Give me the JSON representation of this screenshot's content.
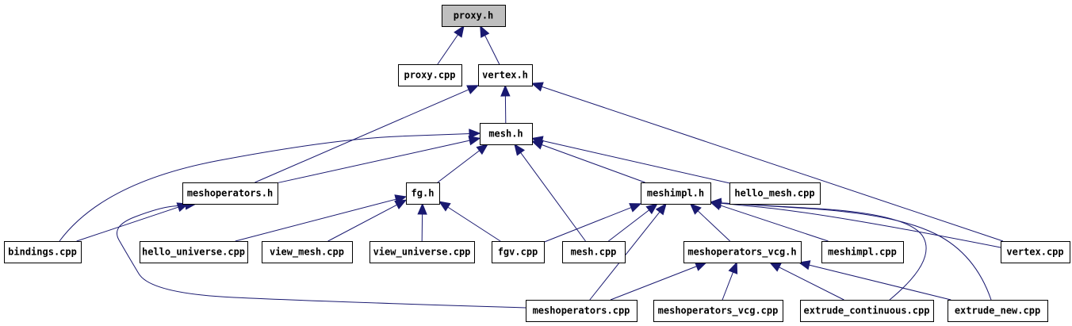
{
  "graph": {
    "nodes": [
      {
        "id": "proxy_h",
        "label": "proxy.h",
        "highlight": true
      },
      {
        "id": "proxy_cpp",
        "label": "proxy.cpp"
      },
      {
        "id": "vertex_h",
        "label": "vertex.h"
      },
      {
        "id": "mesh_h",
        "label": "mesh.h"
      },
      {
        "id": "meshoperators_h",
        "label": "meshoperators.h"
      },
      {
        "id": "fg_h",
        "label": "fg.h"
      },
      {
        "id": "meshimpl_h",
        "label": "meshimpl.h"
      },
      {
        "id": "hello_mesh_cpp",
        "label": "hello_mesh.cpp"
      },
      {
        "id": "bindings_cpp",
        "label": "bindings.cpp"
      },
      {
        "id": "hello_universe_cpp",
        "label": "hello_universe.cpp"
      },
      {
        "id": "view_mesh_cpp",
        "label": "view_mesh.cpp"
      },
      {
        "id": "view_universe_cpp",
        "label": "view_universe.cpp"
      },
      {
        "id": "fgv_cpp",
        "label": "fgv.cpp"
      },
      {
        "id": "mesh_cpp",
        "label": "mesh.cpp"
      },
      {
        "id": "meshoperators_vcg_h",
        "label": "meshoperators_vcg.h"
      },
      {
        "id": "meshimpl_cpp",
        "label": "meshimpl.cpp"
      },
      {
        "id": "vertex_cpp",
        "label": "vertex.cpp"
      },
      {
        "id": "meshoperators_cpp",
        "label": "meshoperators.cpp"
      },
      {
        "id": "meshoperators_vcg_cpp",
        "label": "meshoperators_vcg.cpp"
      },
      {
        "id": "extrude_continuous_cpp",
        "label": "extrude_continuous.cpp"
      },
      {
        "id": "extrude_new_cpp",
        "label": "extrude_new.cpp"
      }
    ],
    "edges": [
      {
        "from": "proxy_cpp",
        "to": "proxy_h"
      },
      {
        "from": "vertex_h",
        "to": "proxy_h"
      },
      {
        "from": "mesh_h",
        "to": "vertex_h"
      },
      {
        "from": "meshoperators_h",
        "to": "vertex_h"
      },
      {
        "from": "vertex_cpp",
        "to": "vertex_h"
      },
      {
        "from": "meshoperators_h",
        "to": "mesh_h"
      },
      {
        "from": "bindings_cpp",
        "to": "mesh_h"
      },
      {
        "from": "fg_h",
        "to": "mesh_h"
      },
      {
        "from": "meshimpl_h",
        "to": "mesh_h"
      },
      {
        "from": "hello_mesh_cpp",
        "to": "mesh_h"
      },
      {
        "from": "mesh_cpp",
        "to": "mesh_h"
      },
      {
        "from": "bindings_cpp",
        "to": "meshoperators_h"
      },
      {
        "from": "meshoperators_cpp",
        "to": "meshoperators_h"
      },
      {
        "from": "hello_universe_cpp",
        "to": "fg_h"
      },
      {
        "from": "view_mesh_cpp",
        "to": "fg_h"
      },
      {
        "from": "view_universe_cpp",
        "to": "fg_h"
      },
      {
        "from": "fgv_cpp",
        "to": "fg_h"
      },
      {
        "from": "fgv_cpp",
        "to": "meshimpl_h"
      },
      {
        "from": "mesh_cpp",
        "to": "meshimpl_h"
      },
      {
        "from": "meshoperators_cpp",
        "to": "meshimpl_h"
      },
      {
        "from": "meshoperators_vcg_h",
        "to": "meshimpl_h"
      },
      {
        "from": "meshimpl_cpp",
        "to": "meshimpl_h"
      },
      {
        "from": "vertex_cpp",
        "to": "meshimpl_h"
      },
      {
        "from": "extrude_continuous_cpp",
        "to": "meshimpl_h"
      },
      {
        "from": "extrude_new_cpp",
        "to": "meshimpl_h"
      },
      {
        "from": "meshoperators_cpp",
        "to": "meshoperators_vcg_h"
      },
      {
        "from": "meshoperators_vcg_cpp",
        "to": "meshoperators_vcg_h"
      },
      {
        "from": "extrude_continuous_cpp",
        "to": "meshoperators_vcg_h"
      },
      {
        "from": "extrude_new_cpp",
        "to": "meshoperators_vcg_h"
      }
    ]
  },
  "colors": {
    "edge": "#191970",
    "highlight_fill": "#bfbfbf",
    "node_fill": "#ffffff",
    "border": "#000000"
  }
}
